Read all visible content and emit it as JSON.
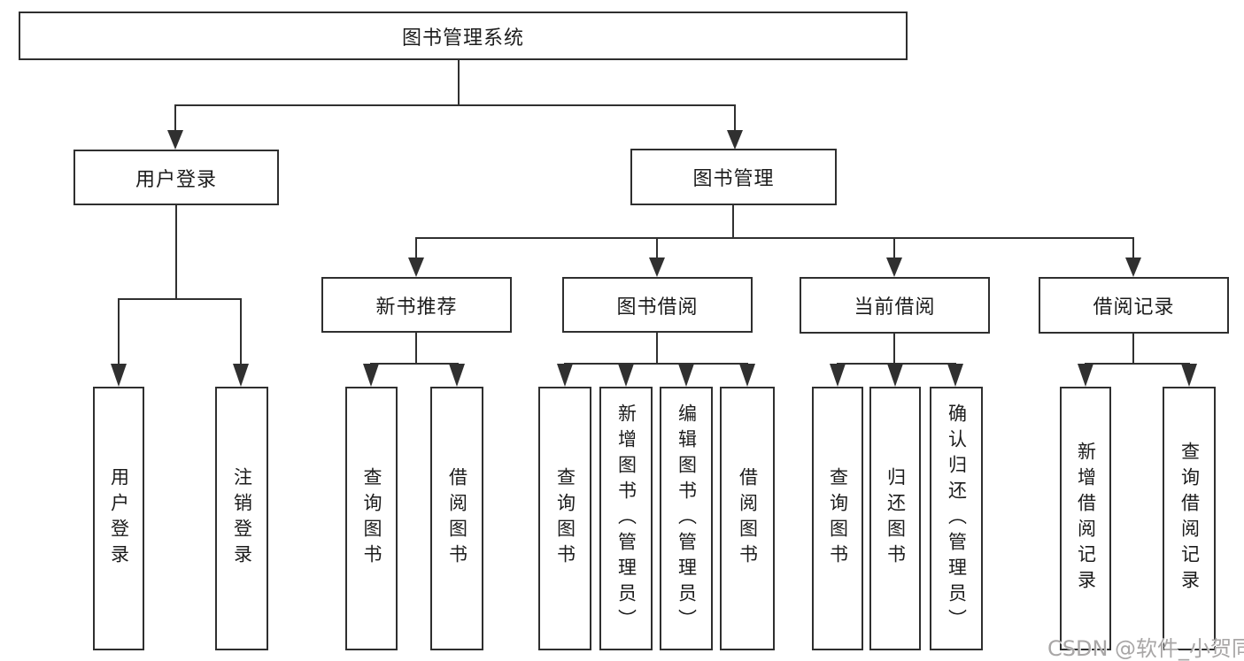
{
  "diagram": {
    "root": "图书管理系统",
    "level2": {
      "user_login": "用户登录",
      "book_management": "图书管理"
    },
    "level3": {
      "new_book_recommend": "新书推荐",
      "book_borrowing": "图书借阅",
      "current_borrowing": "当前借阅",
      "borrowing_records": "借阅记录"
    },
    "leaves": {
      "ul_user_login": "用户登录",
      "ul_logout": "注销登录",
      "nb_query_books": "查询图书",
      "nb_borrow_books": "借阅图书",
      "bb_query_books": "查询图书",
      "bb_add_books": "新增图书（管理员）",
      "bb_edit_books": "编辑图书（管理员）",
      "bb_borrow_books": "借阅图书",
      "cb_query_books": "查询图书",
      "cb_return_books": "归还图书",
      "cb_confirm_return": "确认归还（管理员）",
      "br_add_record": "新增借阅记录",
      "br_query_record": "查询借阅记录"
    },
    "colors": {
      "line": "#303030",
      "box_border": "#2f2f2f",
      "text": "#1c1c1c",
      "background": "#ffffff",
      "watermark": "#a8a6a6"
    }
  },
  "watermark": "CSDN @软件_小贺同学"
}
